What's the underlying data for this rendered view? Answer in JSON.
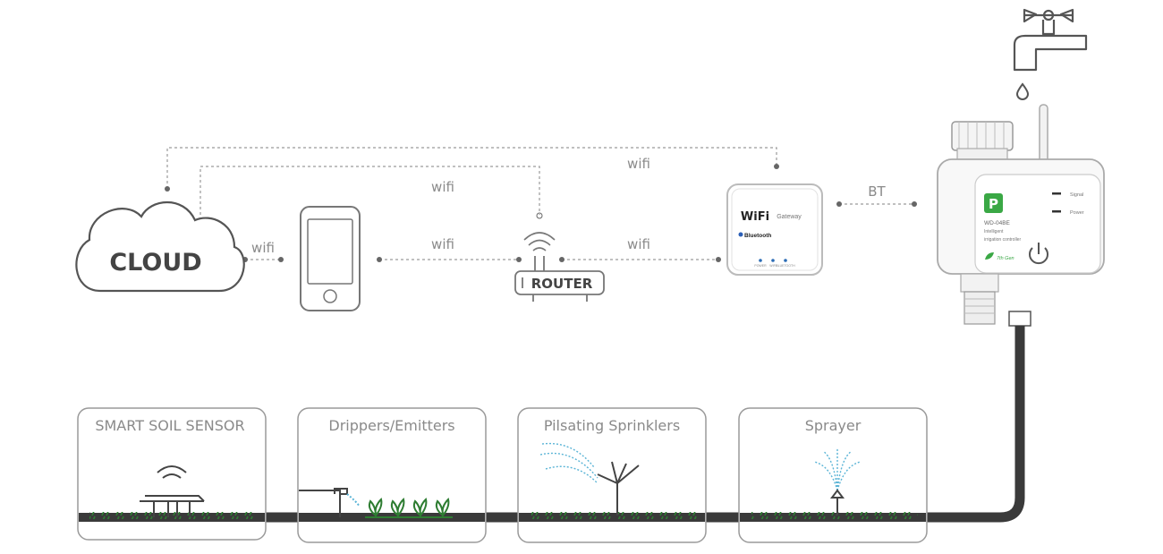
{
  "cloud": {
    "label": "CLOUD"
  },
  "router": {
    "label": "ROUTER"
  },
  "links": {
    "cloud_phone": "wifi",
    "phone_router": "wifi",
    "router_gateway": "wifi",
    "cloud_router": "wifi",
    "cloud_gateway": "wifi",
    "gateway_controller": "BT"
  },
  "gateway": {
    "wifi_logo": "WiFi",
    "name": "Gateway",
    "bluetooth": "Bluetooth",
    "leds": [
      "POWER",
      "WIFI",
      "BLUETOOTH"
    ]
  },
  "controller": {
    "badge": "P",
    "model": "WD-04BE",
    "line1": "Intelligent",
    "line2": "irrigation controller",
    "brand": "7th Gen",
    "signal": "Signal",
    "power": "Power"
  },
  "panels": [
    {
      "title": "SMART SOIL SENSOR"
    },
    {
      "title": "Drippers/Emitters"
    },
    {
      "title": "Pilsating Sprinklers"
    },
    {
      "title": "Sprayer"
    }
  ],
  "colors": {
    "grass": "#2e7d32",
    "pipe": "#3a3a3a",
    "spray": "#5ab4d6",
    "badge": "#3aa845",
    "line": "#8a8a8a"
  }
}
